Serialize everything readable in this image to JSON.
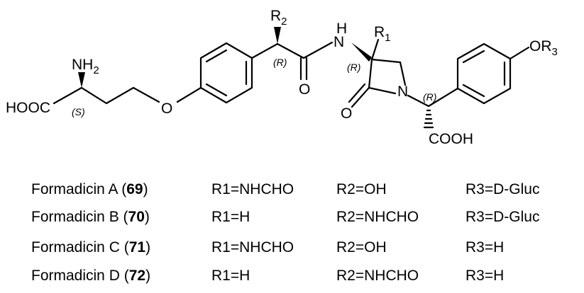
{
  "structure": {
    "atoms": {
      "r2_sym": "R",
      "r2_sub": "2",
      "nh_n": "N",
      "nh_h": "H",
      "r1_sym": "R",
      "r1_sub": "1",
      "or3_o": "O",
      "or3_r": "R",
      "or3_sub": "3",
      "nh2_nh": "NH",
      "nh2_sub": "2",
      "hooc": "HOOC",
      "ether_o": "O",
      "amide_o": "O",
      "lactam_o": "O",
      "lactam_n": "N",
      "cooh": "COOH"
    },
    "stereo": {
      "c_r2": "(R)",
      "c_beta": "(R)",
      "c_alpha": "(R)",
      "c_amino": "(S)"
    }
  },
  "table": {
    "rows": [
      {
        "name": "Formadicin A (",
        "num": "69",
        "close": ")",
        "r1": "R1=NHCHO",
        "r2": "R2=OH",
        "r3": "R3=D-Gluc"
      },
      {
        "name": "Formadicin B (",
        "num": "70",
        "close": ")",
        "r1": "R1=H",
        "r2": "R2=NHCHO",
        "r3": "R3=D-Gluc"
      },
      {
        "name": "Formadicin C (",
        "num": "71",
        "close": ")",
        "r1": "R1=NHCHO",
        "r2": "R2=OH",
        "r3": "R3=H"
      },
      {
        "name": "Formadicin D (",
        "num": "72",
        "close": ")",
        "r1": "R1=H",
        "r2": "R2=NHCHO",
        "r3": "R3=H"
      }
    ]
  }
}
